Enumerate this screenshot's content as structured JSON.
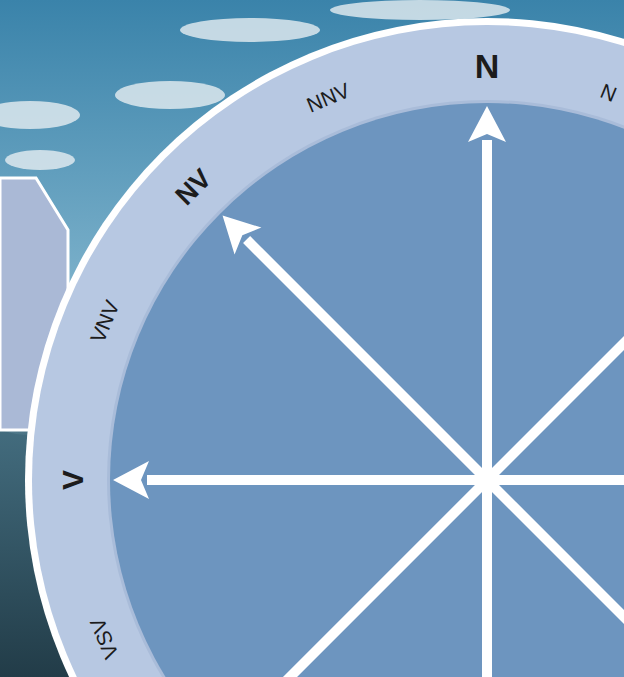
{
  "diagram": {
    "labels": [
      "N",
      "NNV",
      "NV",
      "VNV",
      "V",
      "VSV",
      "N"
    ]
  }
}
